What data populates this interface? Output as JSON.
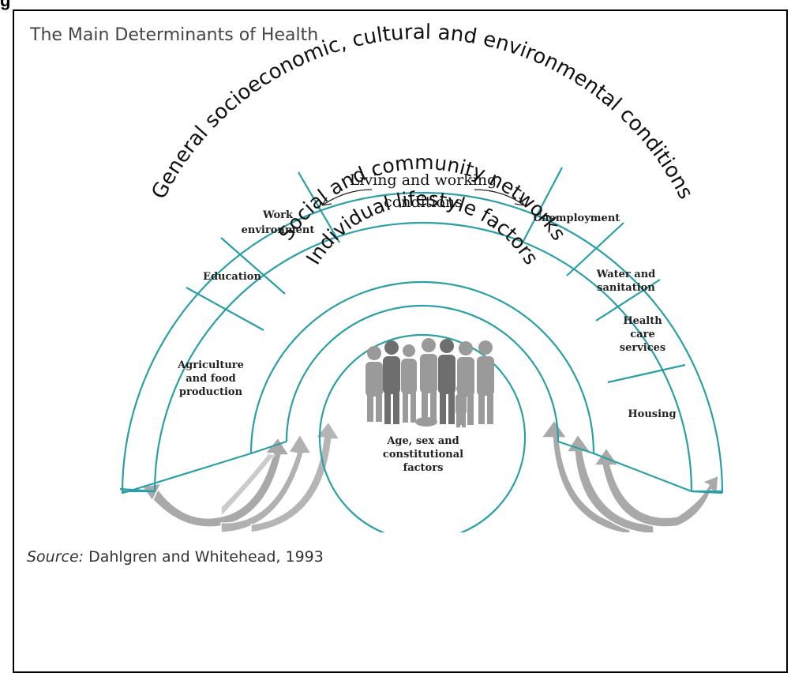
{
  "cut_heading": "g",
  "title": "The Main Determinants of Health",
  "outer_ring_label": "General socioeconomic, cultural and environmental conditions",
  "living_label_line1": "Living and working",
  "living_label_line2": "conditions",
  "social_ring_label": "Social and community networks",
  "lifestyle_ring_label": "Individual lifestyle factors",
  "core_label": [
    "Age, sex and",
    "constitutional",
    "factors"
  ],
  "segments": {
    "agriculture": [
      "Agriculture",
      "and food",
      "production"
    ],
    "education": [
      "Education"
    ],
    "work": [
      "Work",
      "environment"
    ],
    "unemployment": [
      "Unemployment"
    ],
    "water": [
      "Water and",
      "sanitation"
    ],
    "health": [
      "Health",
      "care",
      "services"
    ],
    "housing": [
      "Housing"
    ]
  },
  "source_label": "Source:",
  "source_text": " Dahlgren and Whitehead, 1993",
  "colors": {
    "ring": "#2aa0a6",
    "figures": "#9a9a9a",
    "arrows": "#a9a9a9"
  }
}
